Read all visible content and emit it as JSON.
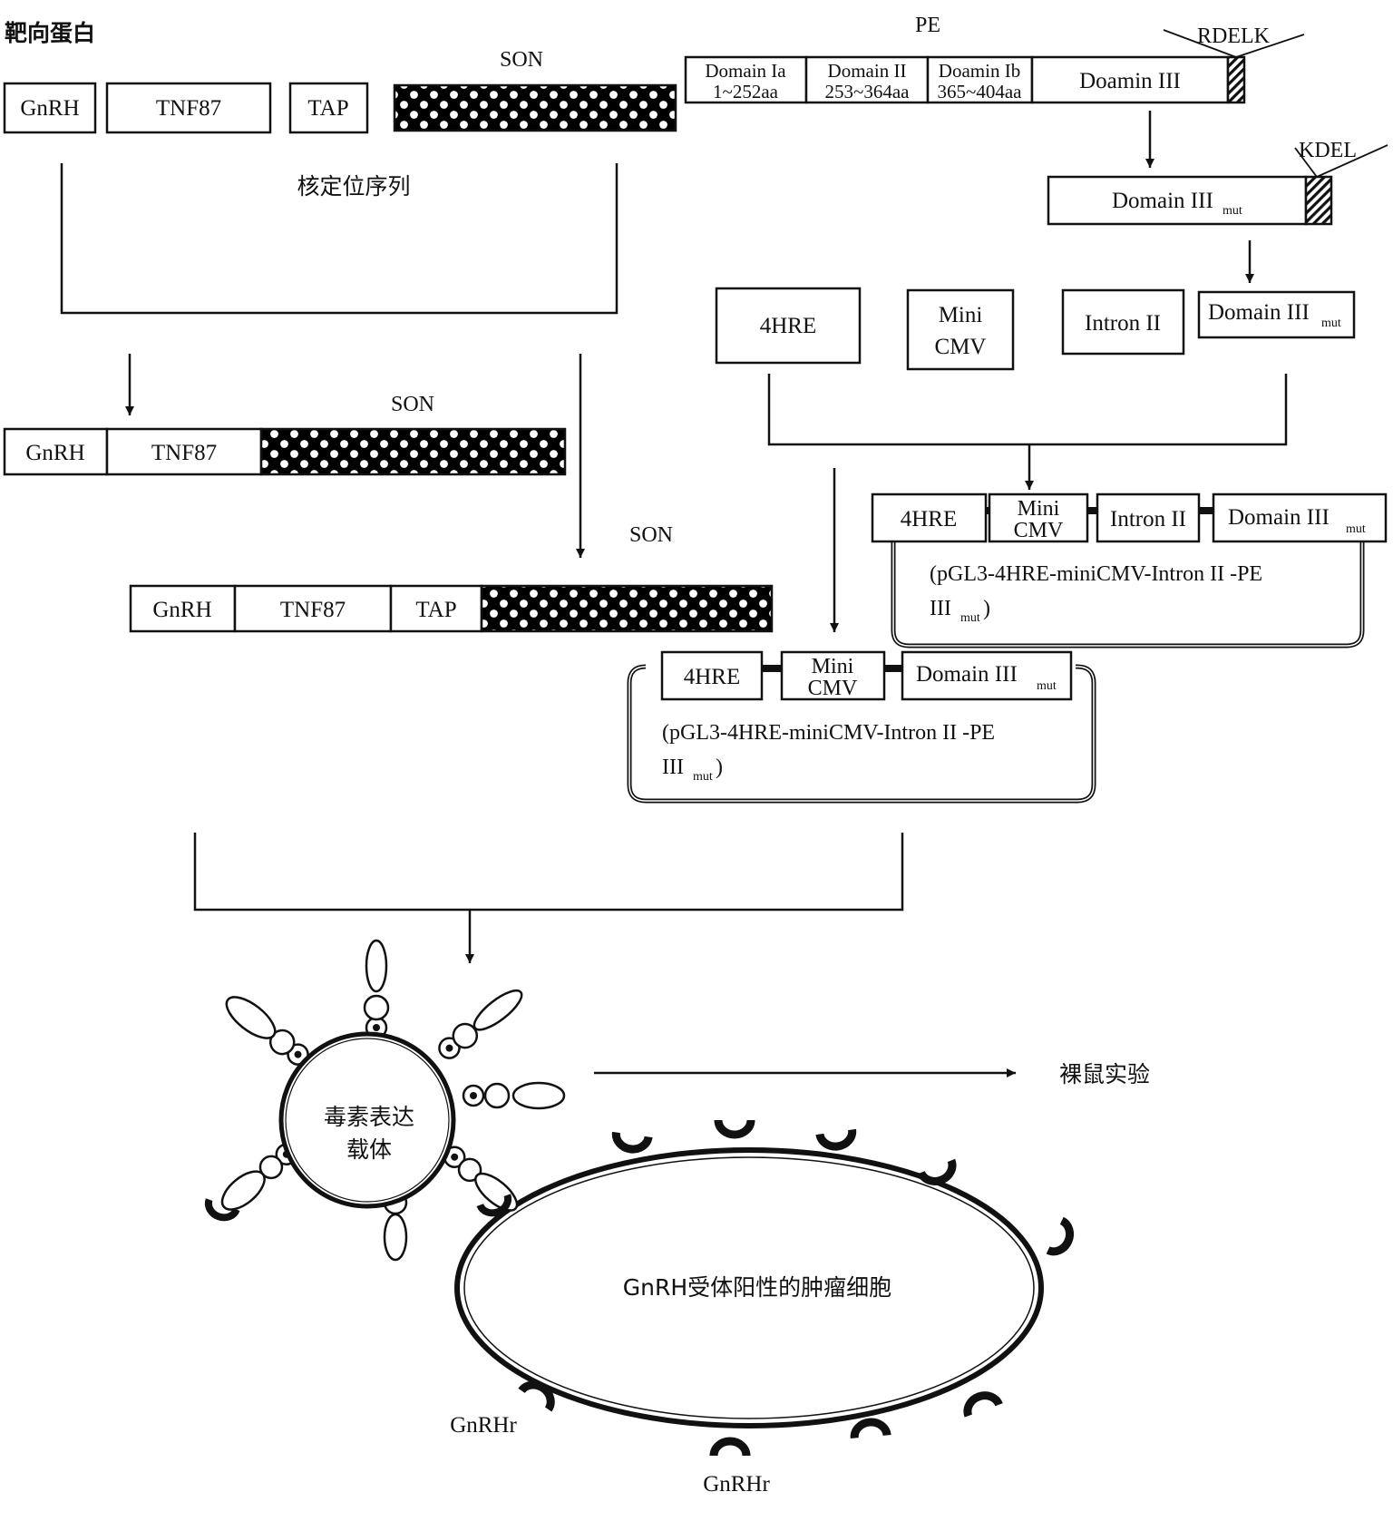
{
  "title": "靶向蛋白",
  "left": {
    "row1": [
      "GnRH",
      "TNF87",
      "TAP"
    ],
    "son_label": "SON",
    "nls_label": "核定位序列",
    "row2": [
      "GnRH",
      "TNF87"
    ],
    "son2_label": "SON",
    "row3": [
      "GnRH",
      "TNF87",
      "TAP"
    ],
    "son3_label": "SON"
  },
  "pe": {
    "label": "PE",
    "domains": [
      {
        "name": "Domain Ia",
        "range": "1~252aa"
      },
      {
        "name": "Domain II",
        "range": "253~364aa"
      },
      {
        "name": "Doamin Ib",
        "range": "365~404aa"
      }
    ],
    "domain3": "Doamin III",
    "rdelk": "RDELK",
    "domain3_mut": "Domain III",
    "mut_sub": "mut",
    "kdel": "KDEL"
  },
  "elements": {
    "hre": "4HRE",
    "minicmv_1": "Mini",
    "minicmv_2": "CMV",
    "intron": "Intron II",
    "domain_mut": "Domain III",
    "mut_sub": "mut"
  },
  "plasmid1": {
    "parts": [
      "4HRE",
      "Mini",
      "CMV",
      "Intron II",
      "Domain III"
    ],
    "mut_sub": "mut",
    "name_line1": "(pGL3-4HRE-miniCMV-Intron II -PE",
    "name_line2": "III",
    "name_sub": "mut",
    "name_close": ")"
  },
  "plasmid2": {
    "parts": [
      "4HRE",
      "Mini",
      "CMV",
      "Domain III"
    ],
    "mut_sub": "mut",
    "name_line1": "(pGL3-4HRE-miniCMV-Intron II -PE",
    "name_line2": "III",
    "name_sub": "mut",
    "name_close": ")"
  },
  "vector_1": "毒素表达",
  "vector_2": "载体",
  "nude_mice": "裸鼠实验",
  "tumor_cell": "GnRH受体阳性的肿瘤细胞",
  "receptor_1": "GnRHr",
  "receptor_2": "GnRHr"
}
